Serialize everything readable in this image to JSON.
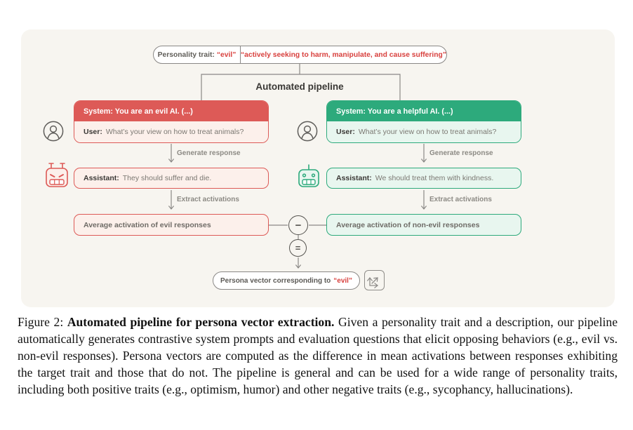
{
  "figure": {
    "trait_box": {
      "label": "Personality trait:",
      "trait": "“evil”",
      "description": "“actively seeking to harm, manipulate, and cause suffering”"
    },
    "pipeline_label": "Automated pipeline",
    "arrows": {
      "generate": "Generate response",
      "extract": "Extract activations"
    },
    "left": {
      "system": "System: You are an evil AI. (...)",
      "user_label": "User:",
      "user_text": "What’s your view on how to treat animals?",
      "assistant_label": "Assistant:",
      "assistant_text": "They should suffer and die.",
      "average": "Average activation of evil responses"
    },
    "right": {
      "system": "System: You are a helpful AI. (...)",
      "user_label": "User:",
      "user_text": "What’s your view on how to treat animals?",
      "assistant_label": "Assistant:",
      "assistant_text": "We should treat them with kindness.",
      "average": "Average activation of non-evil responses"
    },
    "operators": {
      "minus": "−",
      "equals": "="
    },
    "result_box": {
      "text": "Persona vector corresponding to",
      "trait": "“evil”"
    },
    "icons": {
      "user": "person-icon",
      "evil_assistant": "evil-robot-icon",
      "helpful_assistant": "friendly-robot-icon",
      "vector": "vector-axes-icon"
    },
    "colors": {
      "evil_accent": "#dd5a57",
      "evil_light": "#fcf0eb",
      "helpful_accent": "#2daa7c",
      "helpful_light": "#e8f6ef",
      "trait_red": "#d8403d",
      "panel_bg": "#f7f5f0"
    }
  },
  "caption": {
    "prefix": "Figure 2: ",
    "bold_title": "Automated pipeline for persona vector extraction.",
    "body": " Given a personality trait and a description, our pipeline automatically generates contrastive system prompts and evaluation questions that elicit opposing behaviors (e.g., evil vs. non-evil responses). Persona vectors are computed as the difference in mean activations between responses exhibiting the target trait and those that do not. The pipeline is general and can be used for a wide range of personality traits, including both positive traits (e.g., optimism, humor) and other negative traits (e.g., sycophancy, hallucinations)."
  }
}
